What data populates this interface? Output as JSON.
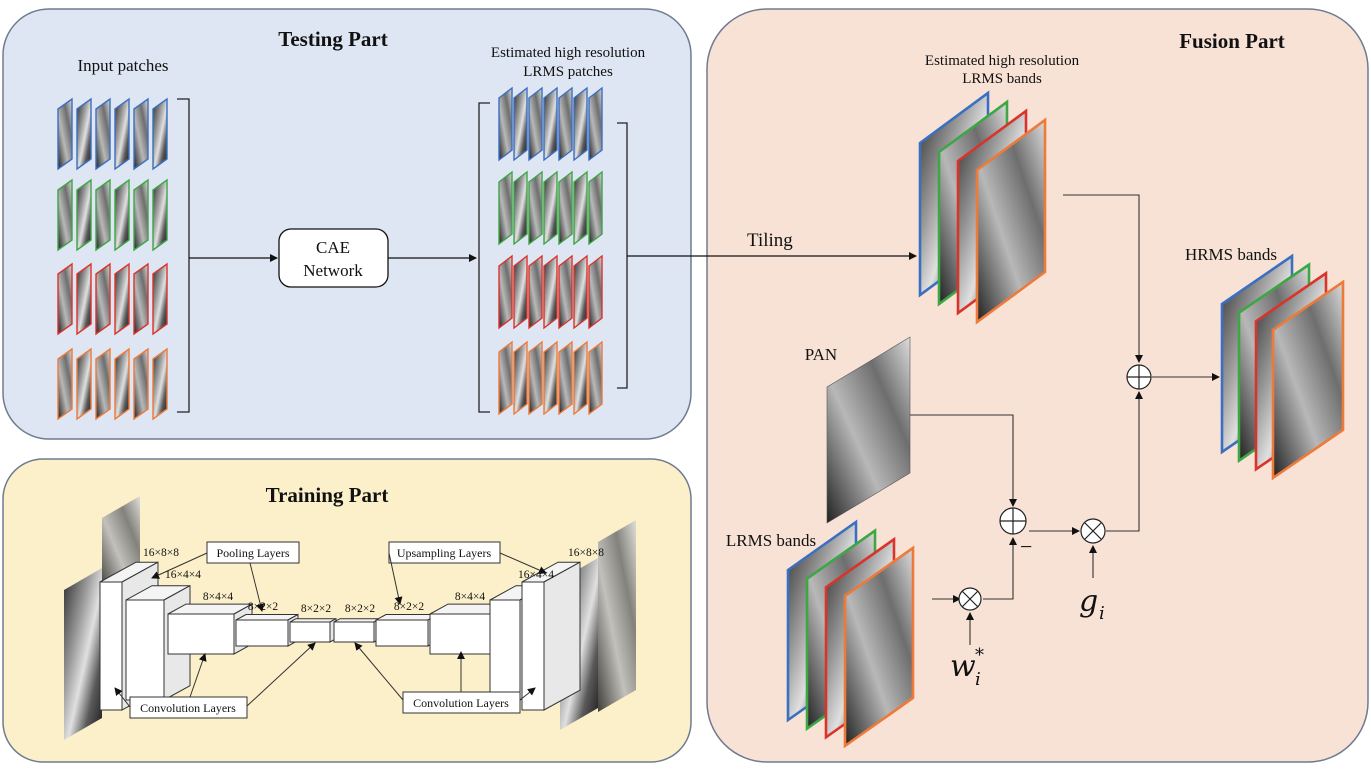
{
  "panels": {
    "testing": {
      "title": "Testing Part",
      "fill": "#dfe6f3",
      "stroke": "#6f7b8f"
    },
    "training": {
      "title": "Training Part",
      "fill": "#fbf0c9",
      "stroke": "#6f7b8f"
    },
    "fusion": {
      "title": "Fusion Part",
      "fill": "#f8e2d6",
      "stroke": "#6f7b8f"
    }
  },
  "testing": {
    "input_label": "Input patches",
    "estimated_label_1": "Estimated high resolution",
    "estimated_label_2": "LRMS patches",
    "network_line1": "CAE",
    "network_line2": "Network",
    "tiling_label": "Tiling"
  },
  "training": {
    "pooling_label": "Pooling Layers",
    "upsampling_label": "Upsampling Layers",
    "conv_label_left": "Convolution Layers",
    "conv_label_right": "Convolution Layers",
    "dims": [
      "16×8×8",
      "16×4×4",
      "8×4×4",
      "8×2×2",
      "8×2×2",
      "8×2×2",
      "8×2×2",
      "8×4×4",
      "16×4×4",
      "16×8×8"
    ]
  },
  "fusion": {
    "estimated_label_1": "Estimated high resolution",
    "estimated_label_2": "LRMS bands",
    "hrms_label": "HRMS bands",
    "pan_label": "PAN",
    "lrms_label": "LRMS bands",
    "minus_sign": "−",
    "gain_symbol": "g",
    "gain_sub": "i",
    "weight_symbol": "w",
    "weight_sub": "i",
    "weight_sup": "*"
  },
  "band_colors": {
    "blue": "#3b6fc1",
    "green": "#3da645",
    "red": "#d9342b",
    "orange": "#ee7a3a"
  },
  "icons": {
    "sum": "circle-plus-icon",
    "multiply": "circle-times-icon"
  }
}
